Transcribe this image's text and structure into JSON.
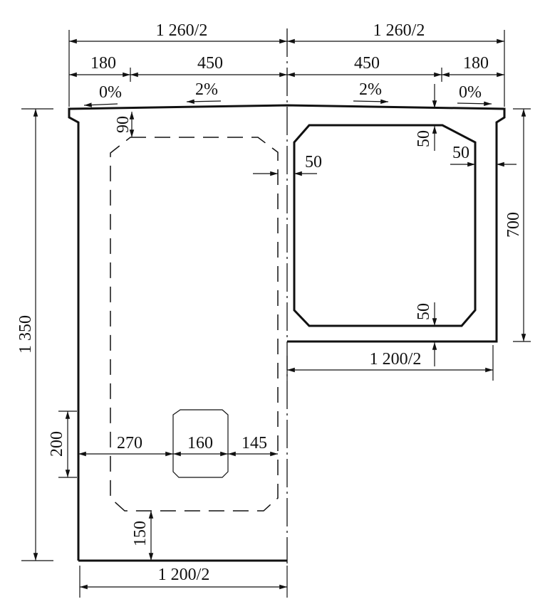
{
  "dimensions": {
    "top_left_half": "1 260/2",
    "top_right_half": "1 260/2",
    "left_cantilever": "180",
    "left_slab": "450",
    "right_slab": "450",
    "right_cantilever": "180",
    "slope_left_outer": "0%",
    "slope_left_inner": "2%",
    "slope_right_inner": "2%",
    "slope_right_outer": "0%",
    "top_slab_left": "90",
    "top_slab_right": "50",
    "web_right_inner": "50",
    "web_right_outer": "50",
    "bottom_slab_right": "50",
    "height_right": "700",
    "height_left": "1 350",
    "bottom_width_right": "1 200/2",
    "bottom_width_left": "1 200/2",
    "box_height": "200",
    "dist_270": "270",
    "dist_160": "160",
    "dist_145": "145",
    "bottom_slab_left": "150"
  }
}
